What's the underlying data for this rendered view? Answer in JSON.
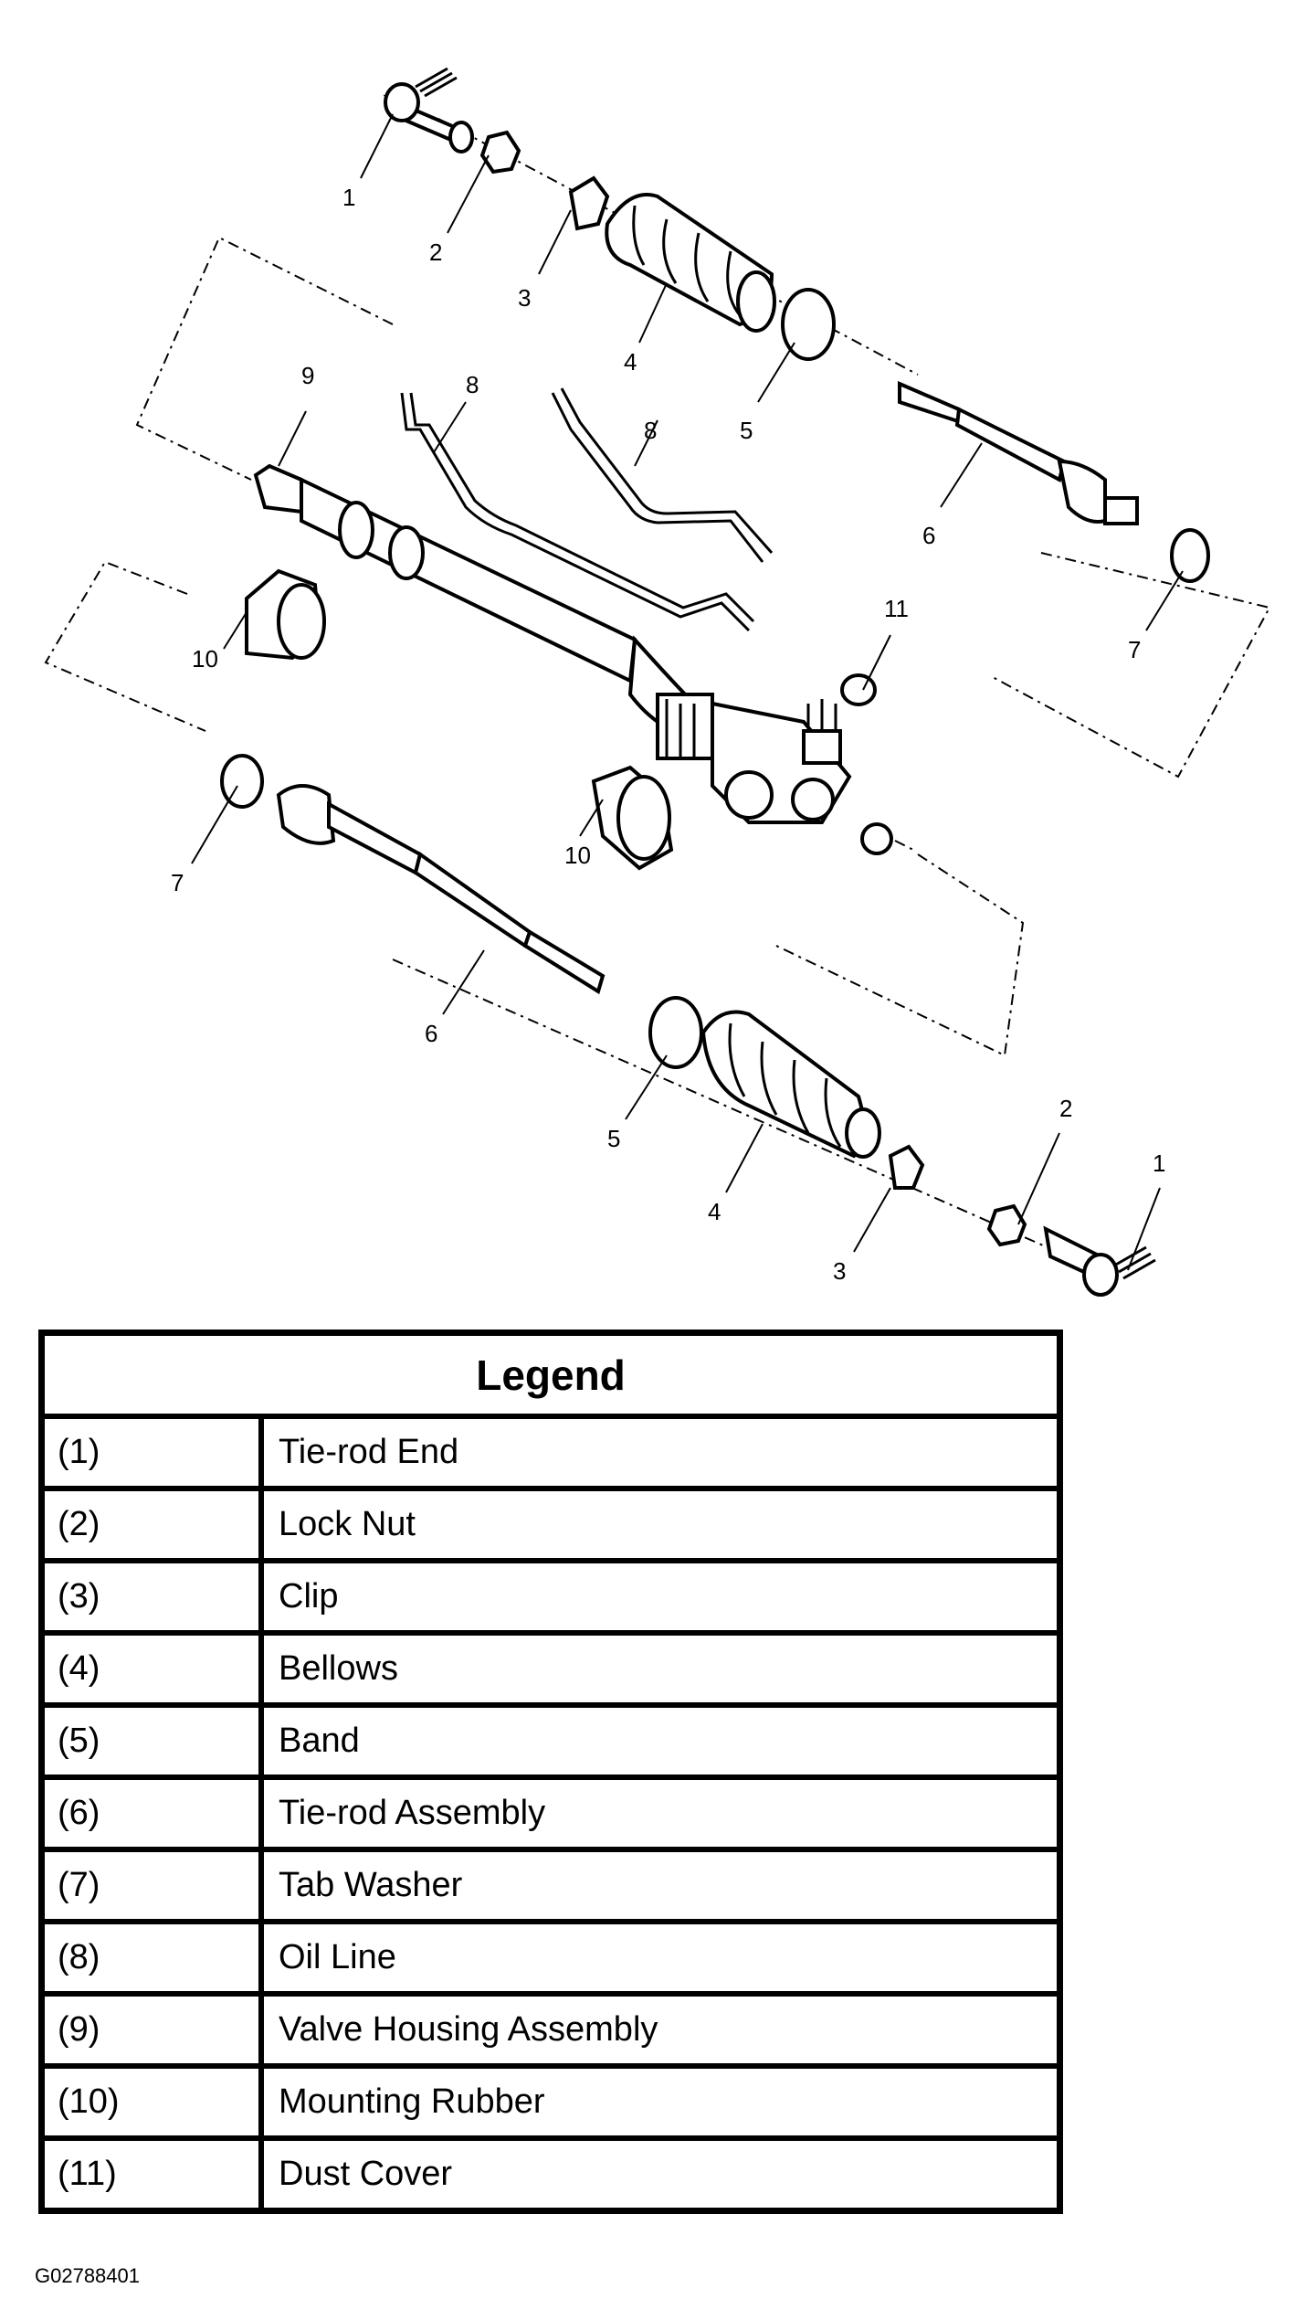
{
  "callouts": [
    {
      "id": "c1a",
      "text": "1"
    },
    {
      "id": "c2a",
      "text": "2"
    },
    {
      "id": "c3a",
      "text": "3"
    },
    {
      "id": "c4a",
      "text": "4"
    },
    {
      "id": "c5a",
      "text": "5"
    },
    {
      "id": "c6a",
      "text": "6"
    },
    {
      "id": "c7a",
      "text": "7"
    },
    {
      "id": "c8a",
      "text": "8"
    },
    {
      "id": "c8b",
      "text": "8"
    },
    {
      "id": "c9",
      "text": "9"
    },
    {
      "id": "c10a",
      "text": "10"
    },
    {
      "id": "c11",
      "text": "11"
    },
    {
      "id": "c10b",
      "text": "10"
    },
    {
      "id": "c7b",
      "text": "7"
    },
    {
      "id": "c6b",
      "text": "6"
    },
    {
      "id": "c5b",
      "text": "5"
    },
    {
      "id": "c4b",
      "text": "4"
    },
    {
      "id": "c3b",
      "text": "3"
    },
    {
      "id": "c2b",
      "text": "2"
    },
    {
      "id": "c1b",
      "text": "1"
    }
  ],
  "legend": {
    "title": "Legend",
    "rows": [
      {
        "num": "(1)",
        "desc": "Tie-rod End"
      },
      {
        "num": "(2)",
        "desc": "Lock Nut"
      },
      {
        "num": "(3)",
        "desc": "Clip"
      },
      {
        "num": "(4)",
        "desc": "Bellows"
      },
      {
        "num": "(5)",
        "desc": "Band"
      },
      {
        "num": "(6)",
        "desc": "Tie-rod Assembly"
      },
      {
        "num": "(7)",
        "desc": "Tab Washer"
      },
      {
        "num": "(8)",
        "desc": "Oil Line"
      },
      {
        "num": "(9)",
        "desc": "Valve Housing Assembly"
      },
      {
        "num": "(10)",
        "desc": "Mounting Rubber"
      },
      {
        "num": "(11)",
        "desc": "Dust Cover"
      }
    ]
  },
  "figure_code": "G02788401"
}
